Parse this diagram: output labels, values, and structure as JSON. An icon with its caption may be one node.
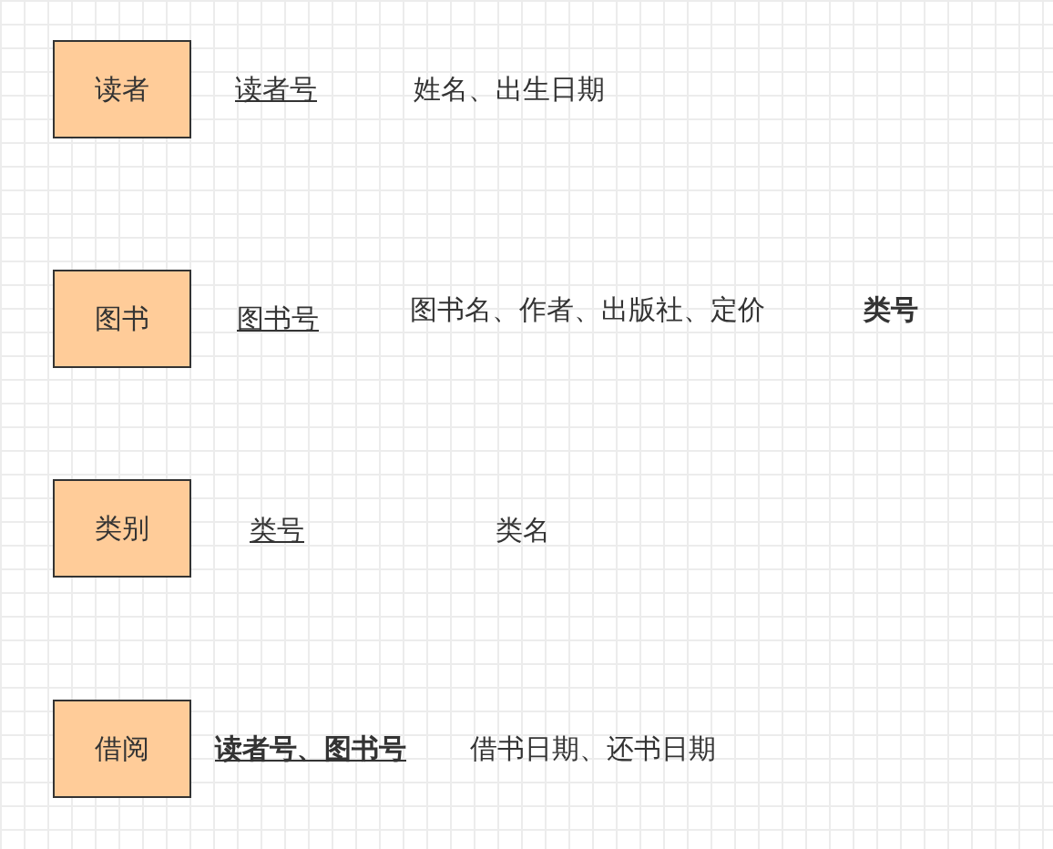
{
  "diagram": {
    "nodes": [
      {
        "text": [
          "读者"
        ]
      },
      {
        "text": [
          "图书"
        ]
      },
      {
        "text": [
          "类别"
        ]
      },
      {
        "text": [
          "借阅"
        ]
      }
    ],
    "labels": [
      "读者号",
      "姓名、出生日期",
      "图书号",
      "图书名、作者、出版社、定价",
      "类号",
      "类号",
      "类名",
      "读者号、图书号",
      "借书日期、还书日期"
    ]
  }
}
